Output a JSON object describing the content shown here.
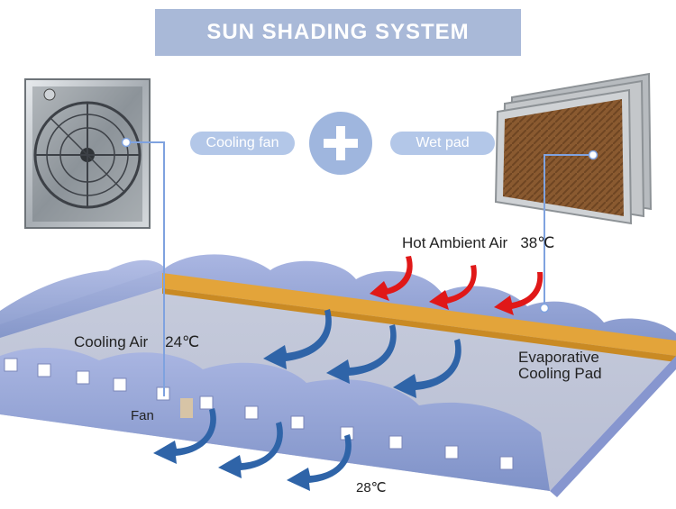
{
  "title": "SUN SHADING SYSTEM",
  "components": {
    "cooling_fan_label": "Cooling fan",
    "wet_pad_label": "Wet pad",
    "connector_icon": "plus-icon"
  },
  "labels": {
    "hot_air": "Hot Ambient Air",
    "hot_temp": "38℃",
    "cooling_air": "Cooling Air",
    "cooling_temp": "24℃",
    "pad_line1": "Evaporative",
    "pad_line2": "Cooling Pad",
    "fan": "Fan",
    "exhaust_temp": "28℃"
  },
  "colors": {
    "title_bg": "#a9b9d8",
    "pill_bg": "#b3c7e8",
    "hot_arrow": "#e01818",
    "cool_arrow": "#2f64a8",
    "pad": "#e3a43a",
    "wall": "#8e9fd6"
  }
}
